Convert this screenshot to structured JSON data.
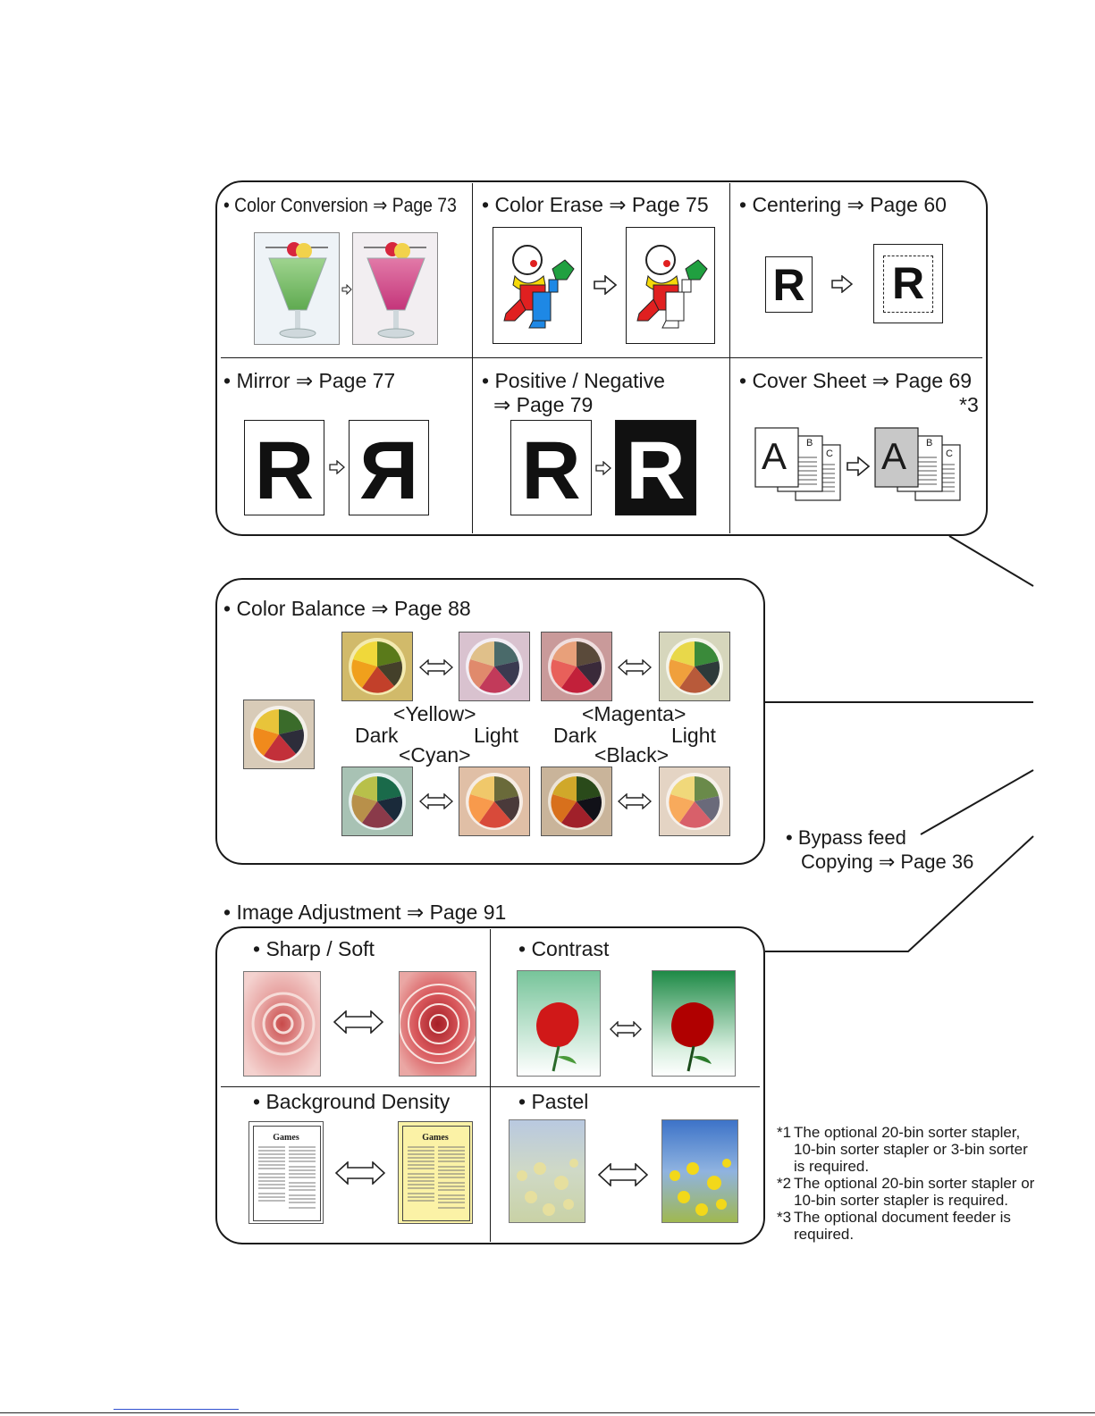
{
  "top_panel": {
    "color_conversion": "• Color Conversion ⇒ Page 73",
    "color_erase": "• Color Erase ⇒ Page 75",
    "centering": "• Centering ⇒ Page 60",
    "mirror": "• Mirror ⇒ Page 77",
    "positive_negative_1": "• Positive / Negative",
    "positive_negative_2": "⇒ Page 79",
    "cover_sheet": "• Cover Sheet ⇒ Page 69",
    "cover_sheet_note": "*3",
    "letter_r": "R",
    "letter_a": "A",
    "letter_b": "B",
    "letter_c": "C"
  },
  "color_balance": {
    "title": "• Color Balance ⇒ Page 88",
    "yellow": "<Yellow>",
    "magenta": "<Magenta>",
    "cyan": "<Cyan>",
    "black": "<Black>",
    "dark": "Dark",
    "light": "Light"
  },
  "bypass": {
    "line1": "• Bypass feed",
    "line2": "Copying ⇒ Page 36"
  },
  "image_adjustment": {
    "title": "• Image Adjustment ⇒ Page 91",
    "sharp_soft": "• Sharp / Soft",
    "contrast": "• Contrast",
    "background_density": "• Background Density",
    "pastel": "• Pastel",
    "games": "Games"
  },
  "footnotes": {
    "n1_mark": "*1",
    "n1_line1": "The optional 20-bin sorter stapler,",
    "n1_line2": "10-bin sorter stapler or 3-bin sorter",
    "n1_line3": "is required.",
    "n2_mark": "*2",
    "n2_line1": "The optional 20-bin sorter stapler or",
    "n2_line2": "10-bin sorter stapler is required.",
    "n3_mark": "*3",
    "n3_line1": "The optional document feeder is",
    "n3_line2": "required."
  }
}
